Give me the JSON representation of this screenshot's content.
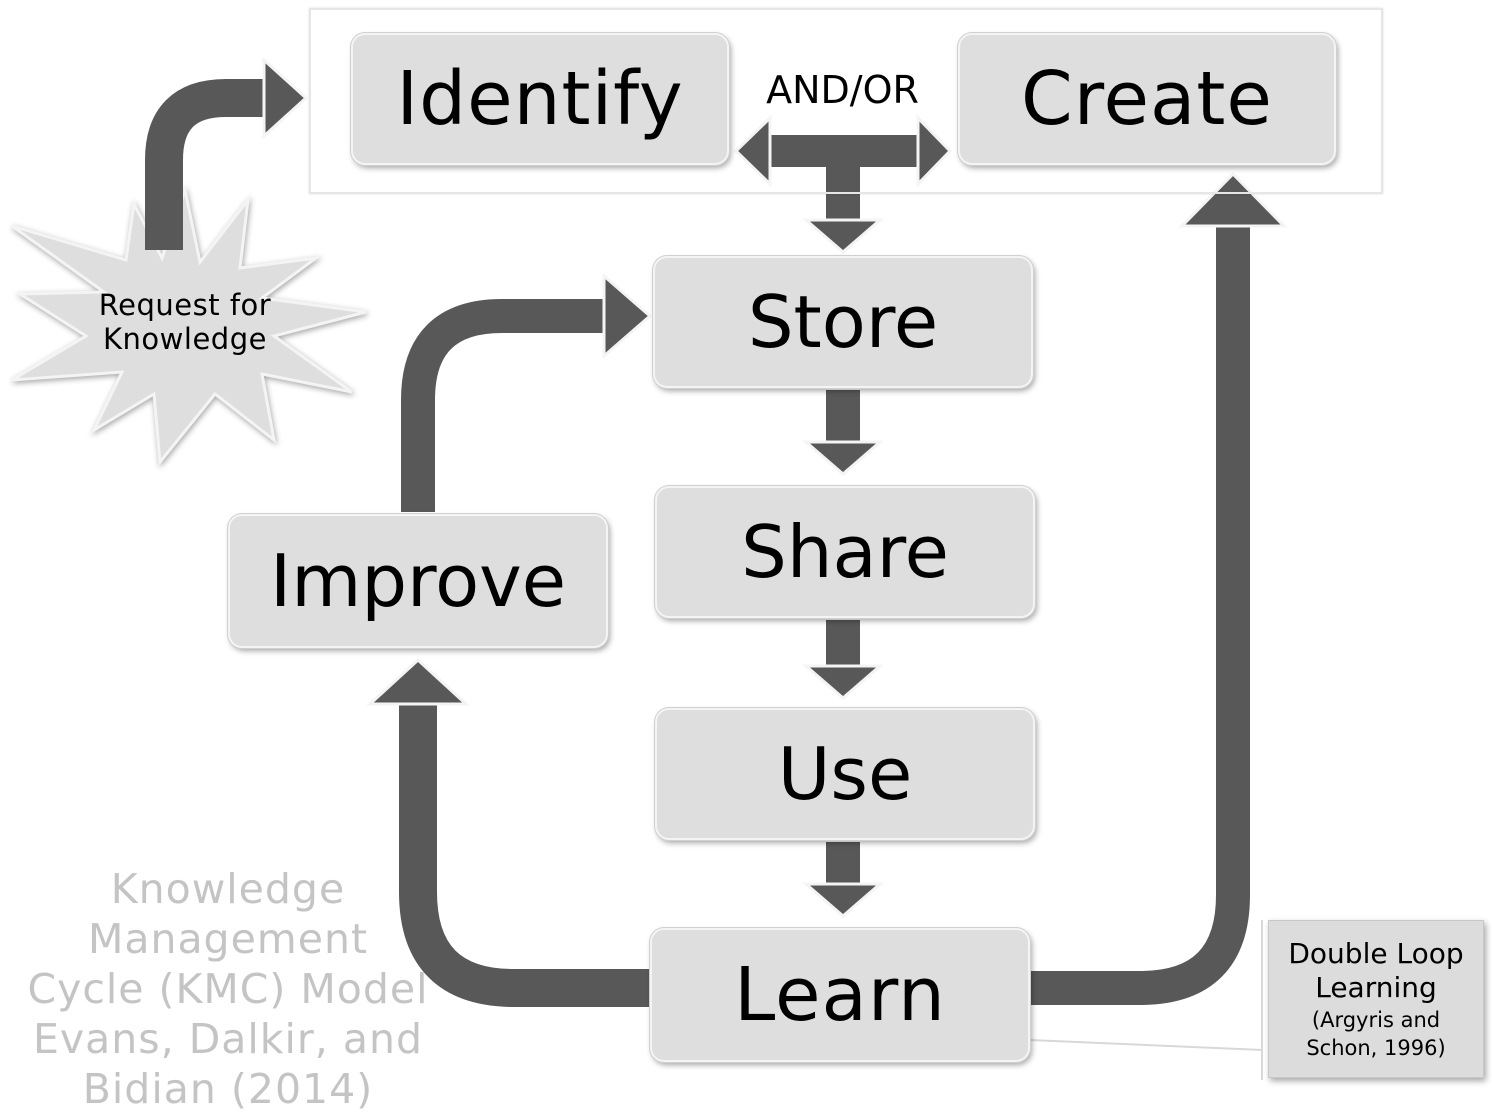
{
  "diagram": {
    "stages": {
      "identify": "Identify",
      "create": "Create",
      "store": "Store",
      "share": "Share",
      "use": "Use",
      "learn": "Learn",
      "improve": "Improve"
    },
    "connector_label": "AND/OR",
    "trigger": {
      "line1": "Request for",
      "line2": "Knowledge"
    },
    "model_caption": {
      "line1": "Knowledge",
      "line2": "Management",
      "line3": "Cycle (KMC) Model",
      "line4": "Evans, Dalkir, and",
      "line5": "Bidian (2014)"
    },
    "double_loop": {
      "line1": "Double Loop",
      "line2": "Learning",
      "line3": "(Argyris and",
      "line4": "Schon, 1996)"
    },
    "colors": {
      "arrow": "#585858",
      "box_fill": "#dedede",
      "caption_text": "#c4c4c4"
    }
  }
}
